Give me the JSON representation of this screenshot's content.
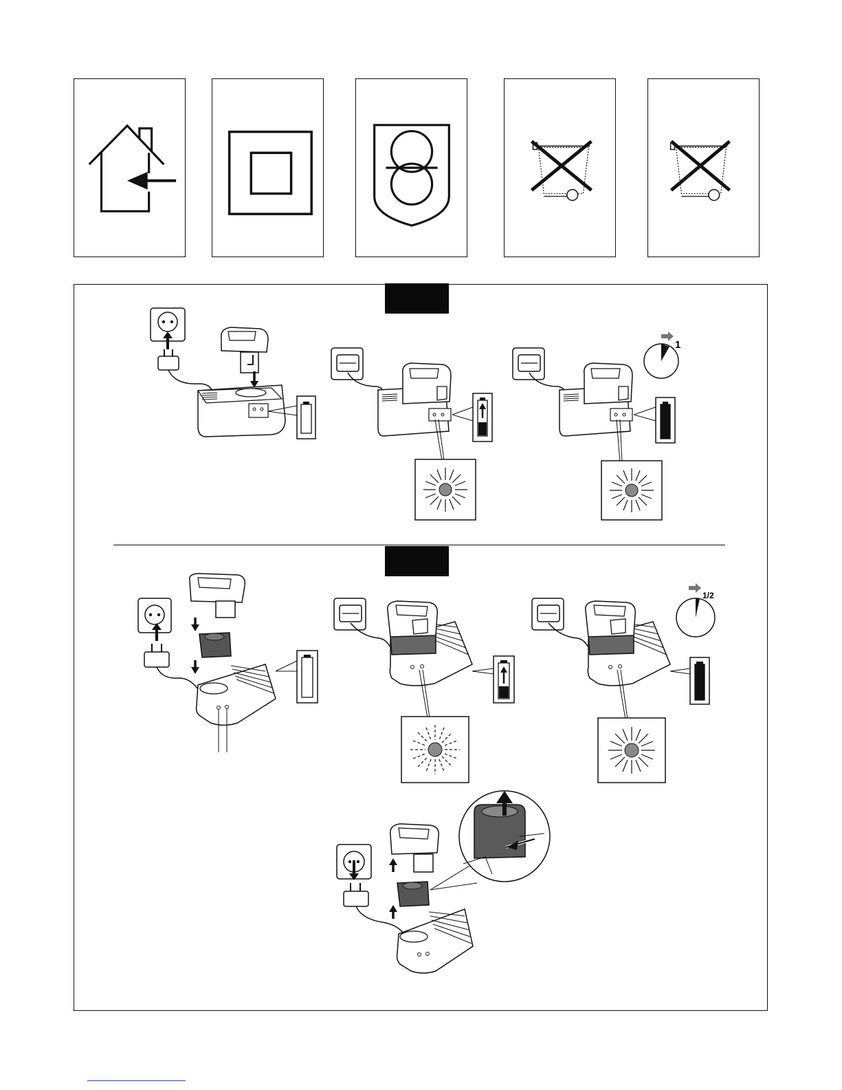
{
  "symbols": [
    {
      "name": "indoor-use-only",
      "icon": "house-arrow-icon"
    },
    {
      "name": "protection-class-ii",
      "icon": "double-square-icon"
    },
    {
      "name": "safety-isolating-transformer",
      "icon": "shield-transformer-icon"
    },
    {
      "name": "weee-no-household-disposal",
      "icon": "crossed-bin-icon"
    },
    {
      "name": "battery-no-household-disposal",
      "icon": "crossed-bin-icon"
    }
  ],
  "section_a": {
    "timer_label": "1"
  },
  "section_b": {
    "timer_label": "1/2"
  },
  "colors": {
    "ink": "#111111",
    "grey": "#777777",
    "dark_grey": "#555555",
    "link": "#2b3cd6"
  }
}
